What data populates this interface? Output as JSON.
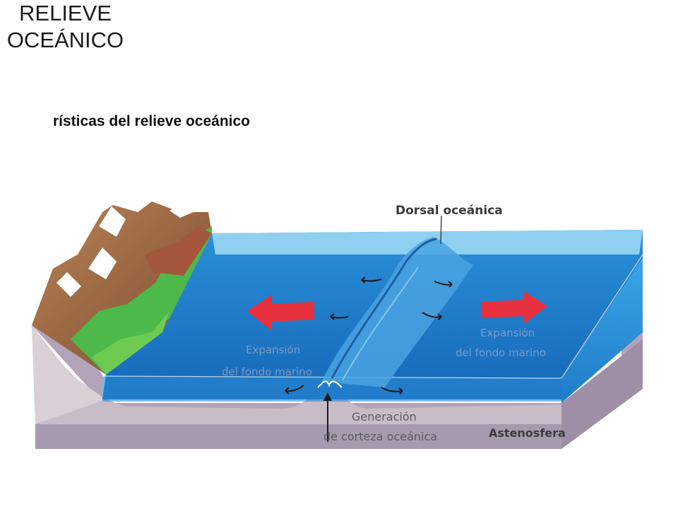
{
  "title": {
    "line1": "RELIEVE",
    "line2": "OCEÁNICO"
  },
  "subtitle": "rísticas del relieve oceánico",
  "diagram": {
    "labels": {
      "ridge": "Dorsal oceánica",
      "expansion_left_1": "Expansión",
      "expansion_left_2": "del fondo marino",
      "expansion_right_1": "Expansión",
      "expansion_right_2": "del fondo marino",
      "crust_1": "Generación",
      "crust_2": "de corteza oceánica",
      "asthenosphere": "Astenosfera"
    },
    "colors": {
      "ocean": "#1f86d0",
      "ocean_top": "#8fcfef",
      "asthenosphere": "#b2a3b8",
      "arrow": "#e8313e",
      "vegetation": "#4cb94a",
      "mountain": "#9c6a45"
    }
  }
}
